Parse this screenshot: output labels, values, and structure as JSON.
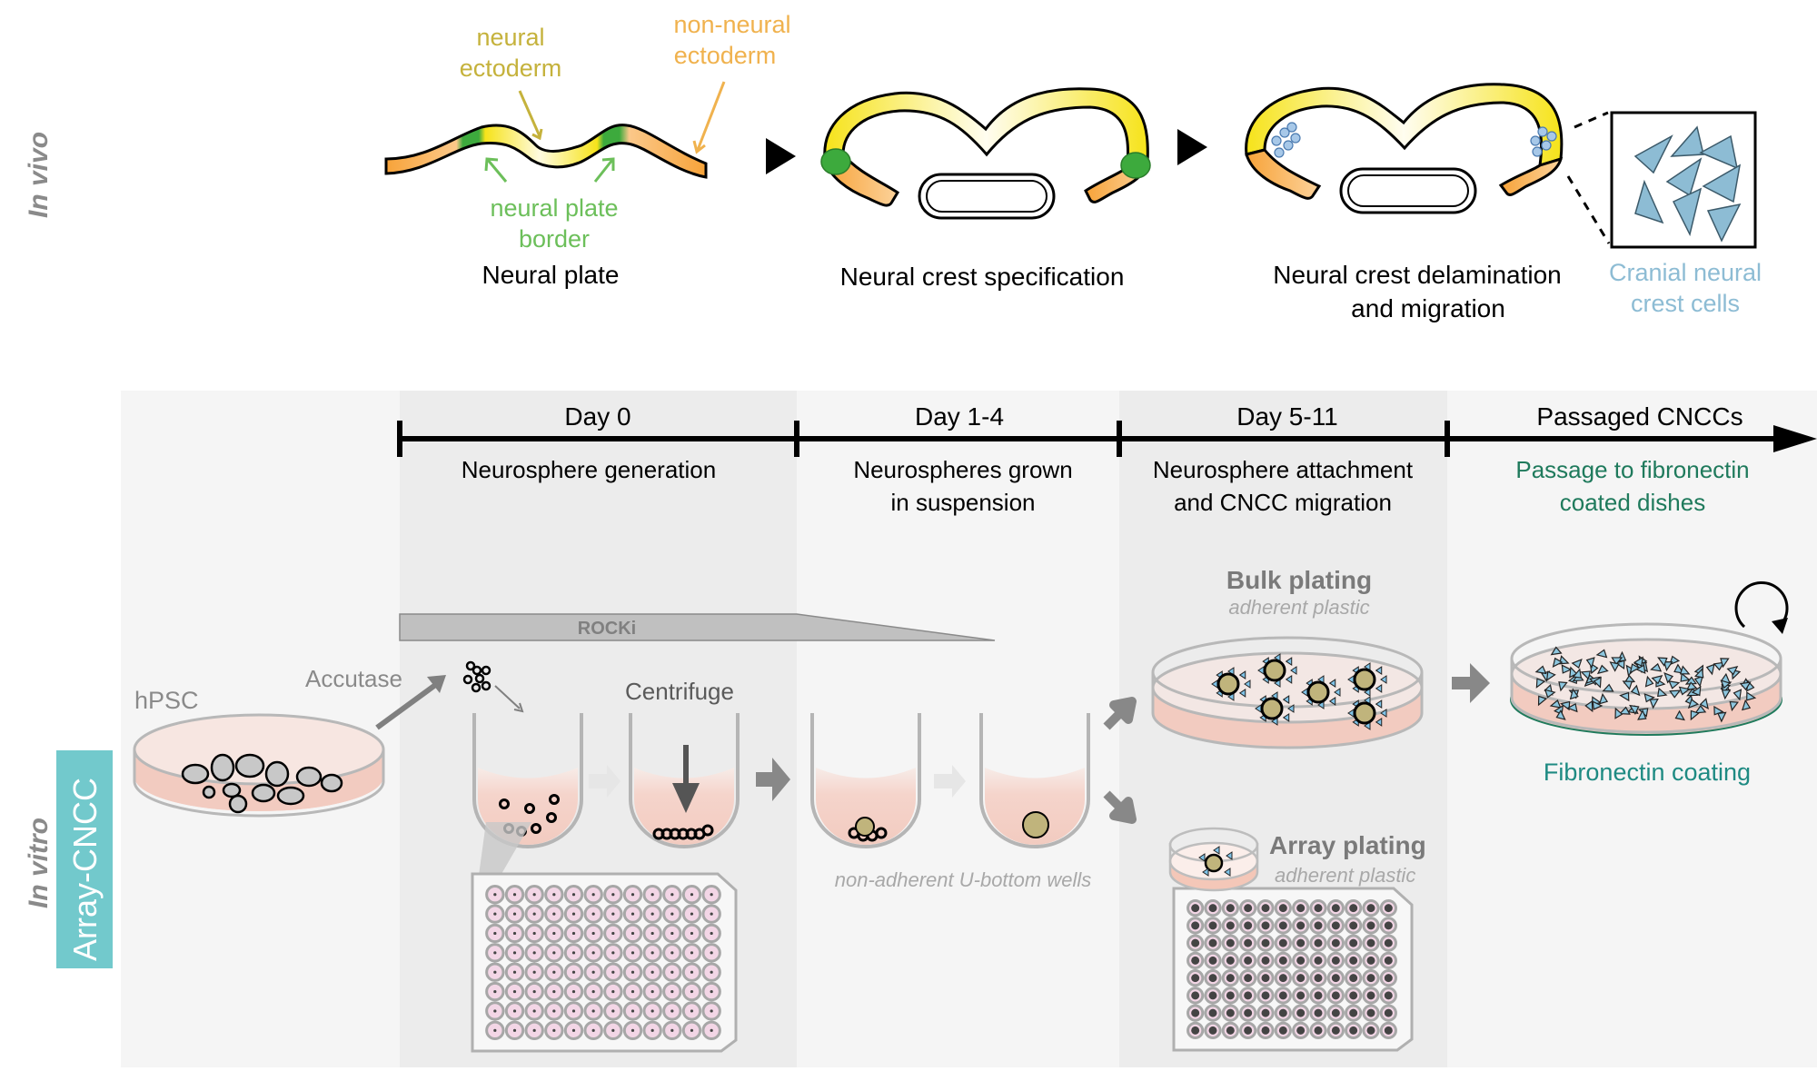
{
  "side_labels": {
    "in_vivo": "In vivo",
    "in_vitro": "In vitro",
    "method": "Array-CNCC"
  },
  "in_vivo": {
    "labels": {
      "neural_ectoderm_1": "neural",
      "neural_ectoderm_2": "ectoderm",
      "non_neural_1": "non-neural",
      "non_neural_2": "ectoderm",
      "border_1": "neural plate",
      "border_2": "border"
    },
    "stages": [
      {
        "title": "Neural plate"
      },
      {
        "title": "Neural crest specification"
      },
      {
        "title_1": "Neural crest delamination",
        "title_2": "and migration"
      }
    ],
    "inset": {
      "label_1": "Cranial neural",
      "label_2": "crest cells"
    }
  },
  "timeline": {
    "phases": [
      {
        "day": "Day 0",
        "desc_1": "Neurosphere generation",
        "desc_2": ""
      },
      {
        "day": "Day 1-4",
        "desc_1": "Neurospheres grown",
        "desc_2": "in suspension"
      },
      {
        "day": "Day 5-11",
        "desc_1": "Neurosphere attachment",
        "desc_2": "and CNCC migration"
      },
      {
        "day": "Passaged CNCCs",
        "desc_1": "Passage to fibronectin",
        "desc_2": "coated dishes"
      }
    ]
  },
  "in_vitro": {
    "rocki": "ROCKi",
    "hpsc": "hPSC",
    "accutase": "Accutase",
    "centrifuge": "Centrifuge",
    "wells_note": "non-adherent U-bottom wells",
    "bulk_title": "Bulk plating",
    "bulk_sub": "adherent plastic",
    "array_title": "Array plating",
    "array_sub": "adherent plastic",
    "fibronectin": "Fibronectin coating"
  },
  "colors": {
    "neural_ectoderm": "#c5b23c",
    "non_neural": "#f0b24e",
    "border_green": "#6cbf5a",
    "cncc_blue": "#8dbcd4",
    "fibronectin_green": "#1f7a5c",
    "fibronectin_text": "#1e8a82",
    "teal_box": "#72c9cc"
  }
}
